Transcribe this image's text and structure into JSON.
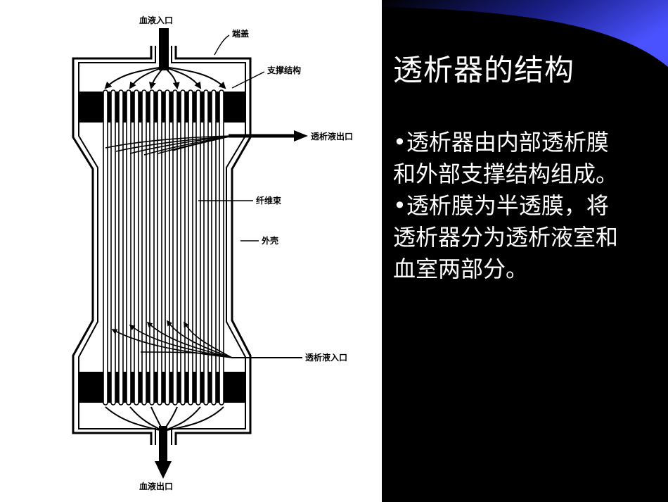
{
  "slide": {
    "title": "透析器的结构",
    "bullets": [
      {
        "lines": [
          "•透析器由内部透析膜",
          "和外部支撑结构组成。"
        ]
      },
      {
        "lines": [
          "•透析膜为半透膜，将",
          "透析器分为透析液室和",
          "血室两部分。"
        ]
      }
    ]
  },
  "diagram": {
    "labels": {
      "blood_inlet": "血液入口",
      "end_cap": "端盖",
      "support_structure": "支撑结构",
      "dialysate_outlet": "透析液出口",
      "fiber_bundle": "纤维束",
      "shell": "外壳",
      "dialysate_inlet": "透析液入口",
      "blood_outlet": "血液出口"
    }
  },
  "colors": {
    "panel_background": "#000000",
    "slide_text": "#ffffff",
    "accent_swoosh": "#2a32c8",
    "diagram_ink": "#000000"
  }
}
